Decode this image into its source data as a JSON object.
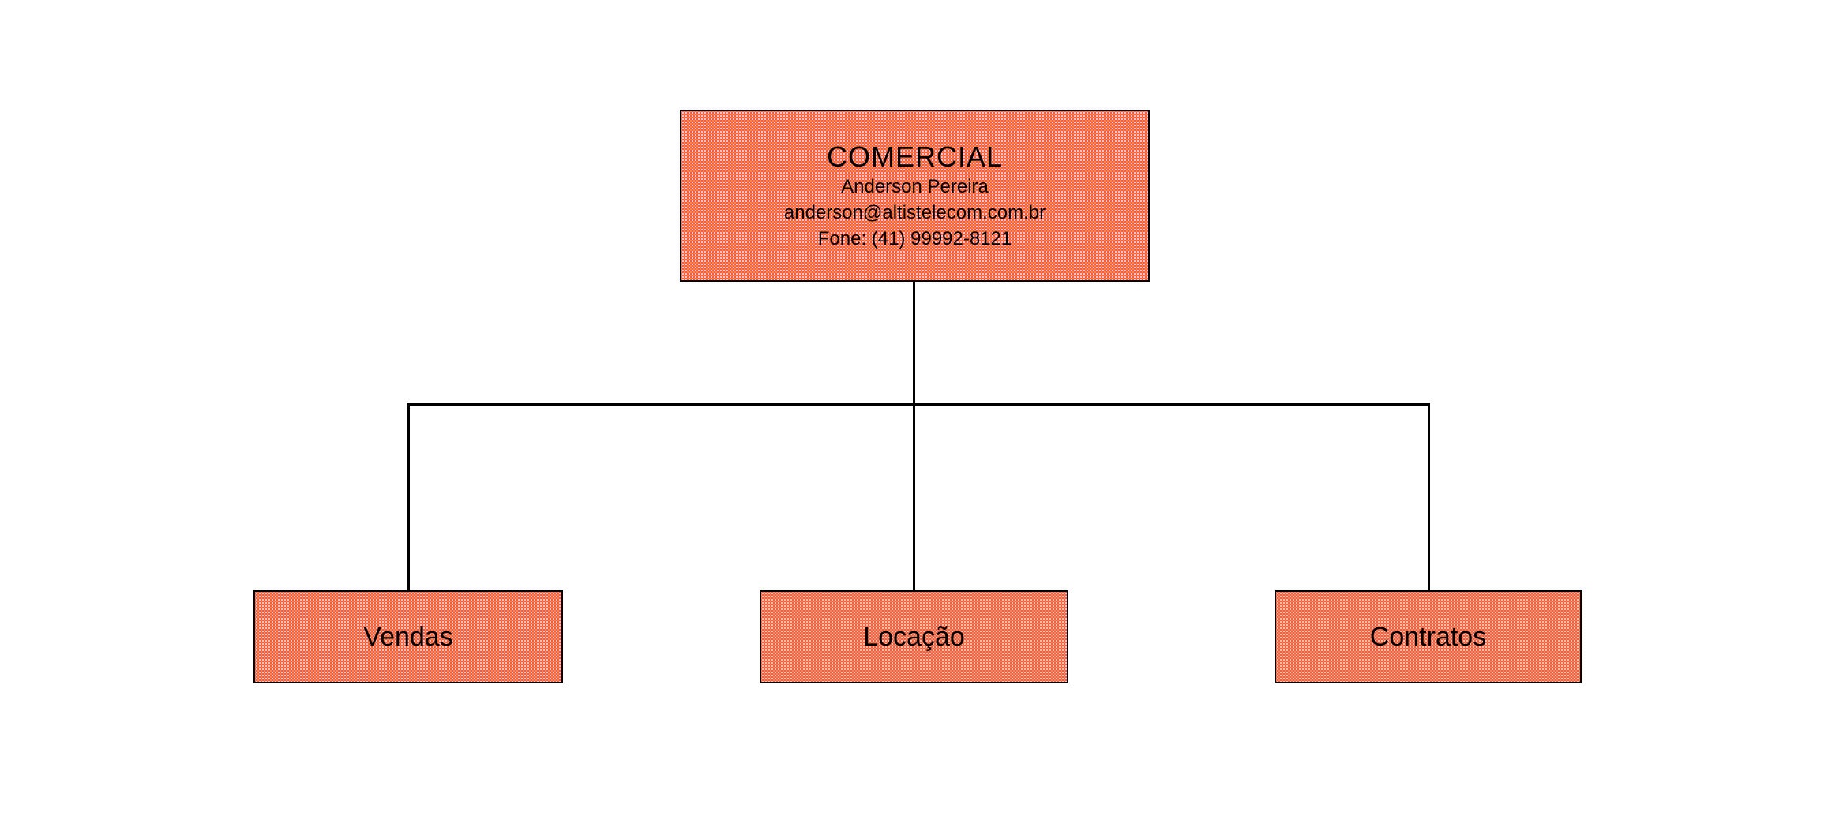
{
  "org_chart": {
    "root": {
      "title": "COMERCIAL",
      "person": "Anderson Pereira",
      "email": "anderson@altistelecom.com.br",
      "phone": "Fone: (41) 99992-8121"
    },
    "children": [
      {
        "label": "Vendas"
      },
      {
        "label": "Locação"
      },
      {
        "label": "Contratos"
      }
    ]
  },
  "colors": {
    "background": "#ffffff",
    "node_fill_base": "#f4584e",
    "node_pattern_dot_white": "#ffffff",
    "node_pattern_dot_orange": "#ffa41d",
    "node_border": "#000000",
    "connector": "#000000",
    "text": "#000000"
  }
}
